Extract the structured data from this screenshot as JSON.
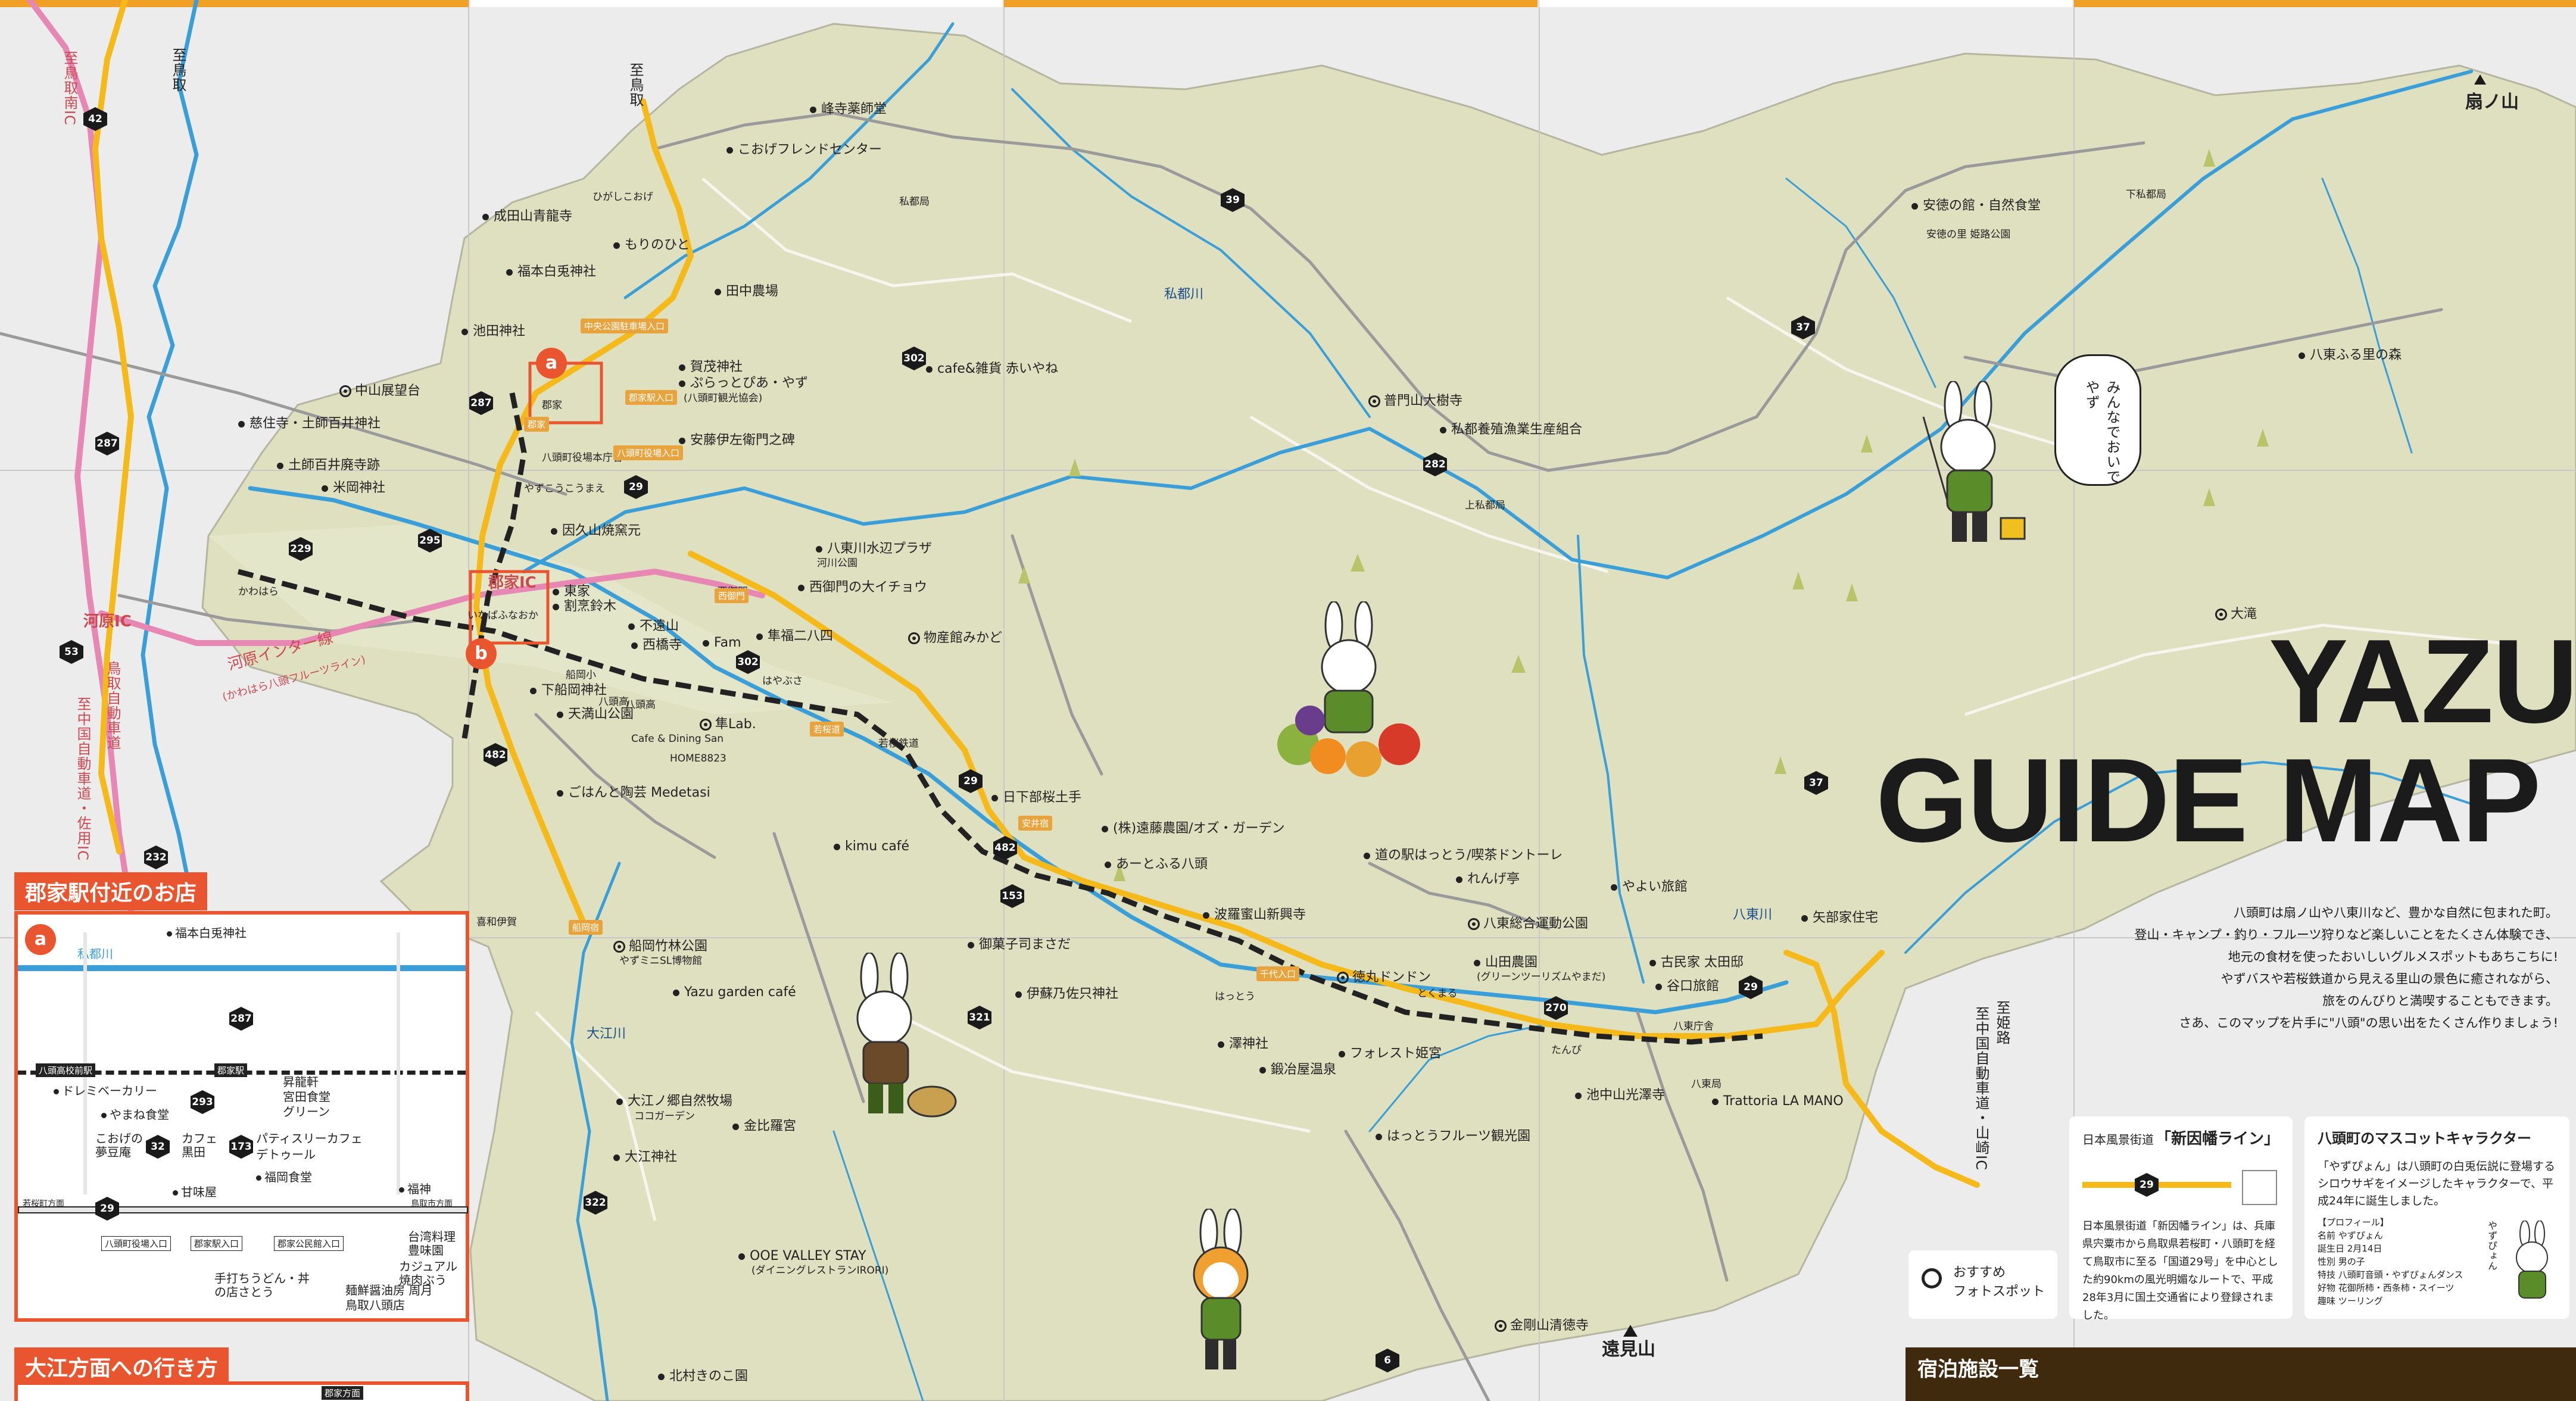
{
  "title": {
    "line1": "YAZU",
    "line2": "GUIDE MAP"
  },
  "intro_lines": [
    "八頭町は扇ノ山や八東川など、豊かな自然に包まれた町。",
    "登山・キャンプ・釣り・フルーツ狩りなど楽しいことをたくさん体験でき、",
    "地元の食材を使ったおいしいグルメスポットもあちこちに!",
    "やずバスや若桜鉄道から見える里山の景色に癒されながら、",
    "旅をのんびりと満喫することもできます。",
    "さあ、このマップを片手に\"八頭\"の思い出をたくさん作りましょう!"
  ],
  "colors": {
    "land": "#dee0c0",
    "outside": "#ececec",
    "river": "#3a9fd8",
    "road_major": "#f6b91a",
    "road_expressway": "#e687b4",
    "road_pref": "#9a9a9a",
    "mountain_line": "#f0f0e8",
    "accent": "#e8552e",
    "grid_top": "#f0a024"
  },
  "places": [
    {
      "name": "峰寺薬師堂",
      "mark": "dot"
    },
    {
      "name": "こおげフレンドセンター",
      "mark": "dot"
    },
    {
      "name": "成田山青龍寺",
      "mark": "dot"
    },
    {
      "name": "ひがしこおげ",
      "mark": "none"
    },
    {
      "name": "もりのひと",
      "mark": "dot"
    },
    {
      "name": "福本白兎神社",
      "mark": "dot"
    },
    {
      "name": "田中農場",
      "mark": "dot"
    },
    {
      "name": "池田神社",
      "mark": "dot"
    },
    {
      "name": "中山展望台",
      "mark": "camera"
    },
    {
      "name": "賀茂神社",
      "mark": "dot"
    },
    {
      "name": "ぷらっとぴあ・やず",
      "mark": "dot"
    },
    {
      "name": "(八頭町観光協会)",
      "mark": "none"
    },
    {
      "name": "安藤伊左衛門之碑",
      "mark": "dot"
    },
    {
      "name": "cafe&雑貨 赤いやね",
      "mark": "dot"
    },
    {
      "name": "慈住寺・土師百井神社",
      "mark": "dot"
    },
    {
      "name": "土師百井廃寺跡",
      "mark": "dot"
    },
    {
      "name": "米岡神社",
      "mark": "dot"
    },
    {
      "name": "やずこうこうまえ",
      "mark": "none"
    },
    {
      "name": "因久山焼窯元",
      "mark": "dot"
    },
    {
      "name": "八東川水辺プラザ",
      "mark": "dot"
    },
    {
      "name": "河川公園",
      "mark": "none"
    },
    {
      "name": "西御門の大イチョウ",
      "mark": "dot"
    },
    {
      "name": "東家",
      "mark": "dot"
    },
    {
      "name": "割烹鈴木",
      "mark": "dot"
    },
    {
      "name": "不遠山",
      "mark": "dot"
    },
    {
      "name": "西橋寺",
      "mark": "dot"
    },
    {
      "name": "Fam",
      "mark": "dot"
    },
    {
      "name": "隼福二八四",
      "mark": "dot"
    },
    {
      "name": "物産館みかど",
      "mark": "camera"
    },
    {
      "name": "下船岡神社",
      "mark": "dot"
    },
    {
      "name": "天満山公園",
      "mark": "dot"
    },
    {
      "name": "隼Lab.",
      "mark": "camera"
    },
    {
      "name": "Cafe & Dining San",
      "mark": "none"
    },
    {
      "name": "HOME8823",
      "mark": "none"
    },
    {
      "name": "ごはんと陶芸 Medetasi",
      "mark": "dot"
    },
    {
      "name": "日下部桜土手",
      "mark": "dot"
    },
    {
      "name": "(株)遠藤農園/オズ・ガーデン",
      "mark": "dot"
    },
    {
      "name": "kimu café",
      "mark": "dot"
    },
    {
      "name": "あーとふる八頭",
      "mark": "dot"
    },
    {
      "name": "波羅蜜山新興寺",
      "mark": "dot"
    },
    {
      "name": "御菓子司まさだ",
      "mark": "dot"
    },
    {
      "name": "船岡竹林公園",
      "mark": "camera"
    },
    {
      "name": "やずミニSL博物館",
      "mark": "none"
    },
    {
      "name": "Yazu garden café",
      "mark": "dot"
    },
    {
      "name": "伊蘇乃佐只神社",
      "mark": "dot"
    },
    {
      "name": "徳丸ドンドン",
      "mark": "camera"
    },
    {
      "name": "澤神社",
      "mark": "dot"
    },
    {
      "name": "フォレスト姫宮",
      "mark": "dot"
    },
    {
      "name": "鍛冶屋温泉",
      "mark": "dot"
    },
    {
      "name": "大江ノ郷自然牧場",
      "mark": "dot"
    },
    {
      "name": "ココガーデン",
      "mark": "none"
    },
    {
      "name": "金比羅宮",
      "mark": "dot"
    },
    {
      "name": "大江神社",
      "mark": "dot"
    },
    {
      "name": "はっとうフルーツ観光園",
      "mark": "dot"
    },
    {
      "name": "OOE VALLEY STAY",
      "mark": "dot"
    },
    {
      "name": "(ダイニングレストランIRORI)",
      "mark": "none"
    },
    {
      "name": "北村きのこ園",
      "mark": "dot"
    },
    {
      "name": "金剛山清徳寺",
      "mark": "camera"
    },
    {
      "name": "遠見山",
      "mark": "mountain"
    },
    {
      "name": "普門山大樹寺",
      "mark": "camera"
    },
    {
      "name": "私都養殖漁業生産組合",
      "mark": "dot"
    },
    {
      "name": "道の駅はっとう/喫茶ドントーレ",
      "mark": "dot"
    },
    {
      "name": "れんげ亭",
      "mark": "dot"
    },
    {
      "name": "八東総合運動公園",
      "mark": "camera"
    },
    {
      "name": "山田農園",
      "mark": "dot"
    },
    {
      "name": "(グリーンツーリズムやまだ)",
      "mark": "none"
    },
    {
      "name": "やよい旅館",
      "mark": "dot"
    },
    {
      "name": "古民家 太田邸",
      "mark": "dot"
    },
    {
      "name": "谷口旅館",
      "mark": "dot"
    },
    {
      "name": "池中山光澤寺",
      "mark": "dot"
    },
    {
      "name": "Trattoria LA MANO",
      "mark": "dot"
    },
    {
      "name": "安徳の館・自然食堂",
      "mark": "dot"
    },
    {
      "name": "安徳の里 姫路公園",
      "mark": "none"
    },
    {
      "name": "八東ふる里の森",
      "mark": "dot"
    },
    {
      "name": "扇ノ山",
      "mark": "mountain"
    },
    {
      "name": "大滝",
      "mark": "camera"
    },
    {
      "name": "矢部家住宅",
      "mark": "dot"
    },
    {
      "name": "私都川",
      "mark": "river"
    },
    {
      "name": "八東川",
      "mark": "river"
    },
    {
      "name": "大江川",
      "mark": "river"
    },
    {
      "name": "河原IC",
      "mark": "ic"
    },
    {
      "name": "郡家IC",
      "mark": "ic"
    },
    {
      "name": "西御門",
      "mark": "none"
    },
    {
      "name": "郡家",
      "mark": "none"
    },
    {
      "name": "いなばふなおか",
      "mark": "none"
    },
    {
      "name": "かわはら",
      "mark": "none"
    },
    {
      "name": "はやぶさ",
      "mark": "none"
    },
    {
      "name": "はっとう",
      "mark": "none"
    },
    {
      "name": "とくまる",
      "mark": "none"
    },
    {
      "name": "たんぴ",
      "mark": "none"
    },
    {
      "name": "喜和伊賀",
      "mark": "none"
    },
    {
      "name": "上私都局",
      "mark": "none"
    },
    {
      "name": "下私都局",
      "mark": "none"
    },
    {
      "name": "私都局",
      "mark": "none"
    },
    {
      "name": "八東庁舎",
      "mark": "none"
    },
    {
      "name": "八東局",
      "mark": "none"
    },
    {
      "name": "八頭町役場本庁舎",
      "mark": "none"
    },
    {
      "name": "安井宿",
      "mark": "none"
    },
    {
      "name": "八頭高",
      "mark": "none"
    },
    {
      "name": "船岡小",
      "mark": "none"
    },
    {
      "name": "若桜鉄道",
      "mark": "none"
    },
    {
      "name": "八頭高",
      "mark": "none"
    }
  ],
  "road_numbers": [
    "42",
    "287",
    "53",
    "232",
    "229",
    "295",
    "287",
    "29",
    "39",
    "302",
    "282",
    "37",
    "37",
    "29",
    "482",
    "482",
    "153",
    "302",
    "321",
    "322",
    "29",
    "270",
    "6"
  ],
  "road_tags": [
    "中央公園駐車場入口",
    "郡家駅入口",
    "八頭町役場入口",
    "郡家",
    "西御門",
    "千代入口",
    "安井宿",
    "船岡宿",
    "若桜道"
  ],
  "vertical_labels": {
    "to_tottori_top": "至鳥取",
    "to_tottori_mid": "至鳥取",
    "to_tottori_nan_ic": "至鳥取南IC",
    "tottori_expressway": "鳥取自動車道",
    "chugoku_expressway": "至中国自動車道・佐用IC",
    "himeji_road": "至姫路",
    "chugoku_yamazaki": "至中国自動車道・山崎IC",
    "pink_road": "河原インター線",
    "pink_sub": "(かわはら八頭フルーツライン)",
    "mascot_speech": "みんなでおいでやず"
  },
  "inset_a": {
    "header": "郡家駅付近のお店",
    "badge": "a",
    "river": "私都川",
    "items": [
      "福本白兎神社",
      "ドレミベーカリー",
      "やまね食堂",
      "こおげの夢豆庵",
      "カフェ黒田",
      "昇龍軒",
      "宮田食堂",
      "グリーン",
      "パティスリーカフェ",
      "デトゥール",
      "福岡食堂",
      "甘味屋",
      "福神",
      "台湾料理豊味園",
      "カジュアル焼肉ぶう",
      "手打ちうどん・丼の店さとう",
      "麺鮮醤油房 周月",
      "鳥取八頭店"
    ],
    "stations": [
      "八頭高校前駅",
      "郡家駅"
    ],
    "route_labels": [
      "若桜町方面",
      "鳥取市方面"
    ],
    "route_num": "29",
    "sign_labels": [
      "八頭町役場入口",
      "郡家駅入口",
      "郡家公民館入口"
    ],
    "numbers": [
      "287",
      "293",
      "32",
      "173"
    ]
  },
  "inset_b": {
    "header": "大江方面への行き方",
    "badge": "b",
    "label": "郡家方面"
  },
  "scenic": {
    "title_prefix": "日本風景街道",
    "title": "「新因幡ライン」",
    "num": "29",
    "desc": "日本風景街道「新因幡ライン」は、兵庫県宍粟市から鳥取県若桜町・八頭町を経て鳥取市に至る「国道29号」を中心とした約90kmの風光明媚なルートで、平成28年3月に国土交通省により登録されました。"
  },
  "mascot": {
    "title": "八頭町のマスコットキャラクター",
    "desc": "「やずぴょん」は八頭町の白兎伝説に登場するシロウサギをイメージしたキャラクターで、平成24年に誕生しました。",
    "profile_header": "【プロフィール】",
    "profile": [
      "名前 やずぴょん",
      "誕生日 2月14日",
      "性別 男の子",
      "特技 八頭町音頭・やずぴょんダンス",
      "好物 花御所柿・西条柿・スイーツ",
      "趣味 ツーリング"
    ],
    "sign": "やずぴょん"
  },
  "legend": {
    "label1": "おすすめ",
    "label2": "フォトスポット"
  },
  "lodging": {
    "title": "宿泊施設一覧"
  }
}
